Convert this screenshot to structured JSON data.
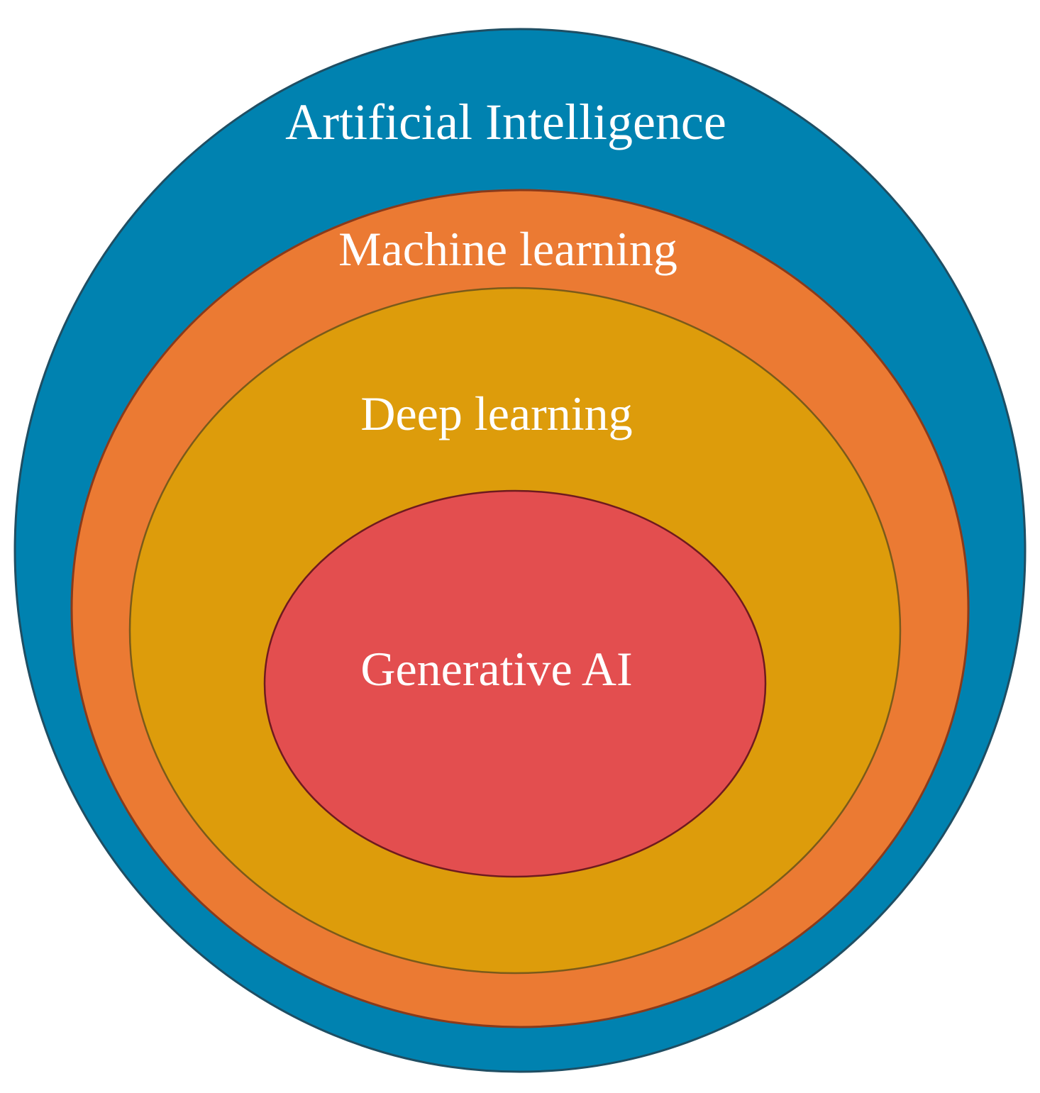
{
  "diagram": {
    "layers": [
      {
        "id": "ai",
        "label": "Artificial Intelligence",
        "fill": "#0082B0",
        "stroke": "#1f4e63"
      },
      {
        "id": "ml",
        "label": "Machine learning",
        "fill": "#EB7A33",
        "stroke": "#8a3a1a"
      },
      {
        "id": "dl",
        "label": "Deep learning",
        "fill": "#DD9C0B",
        "stroke": "#7a5a1a"
      },
      {
        "id": "genai",
        "label": "Generative AI",
        "fill": "#E34E4F",
        "stroke": "#6e1a1f"
      }
    ]
  }
}
